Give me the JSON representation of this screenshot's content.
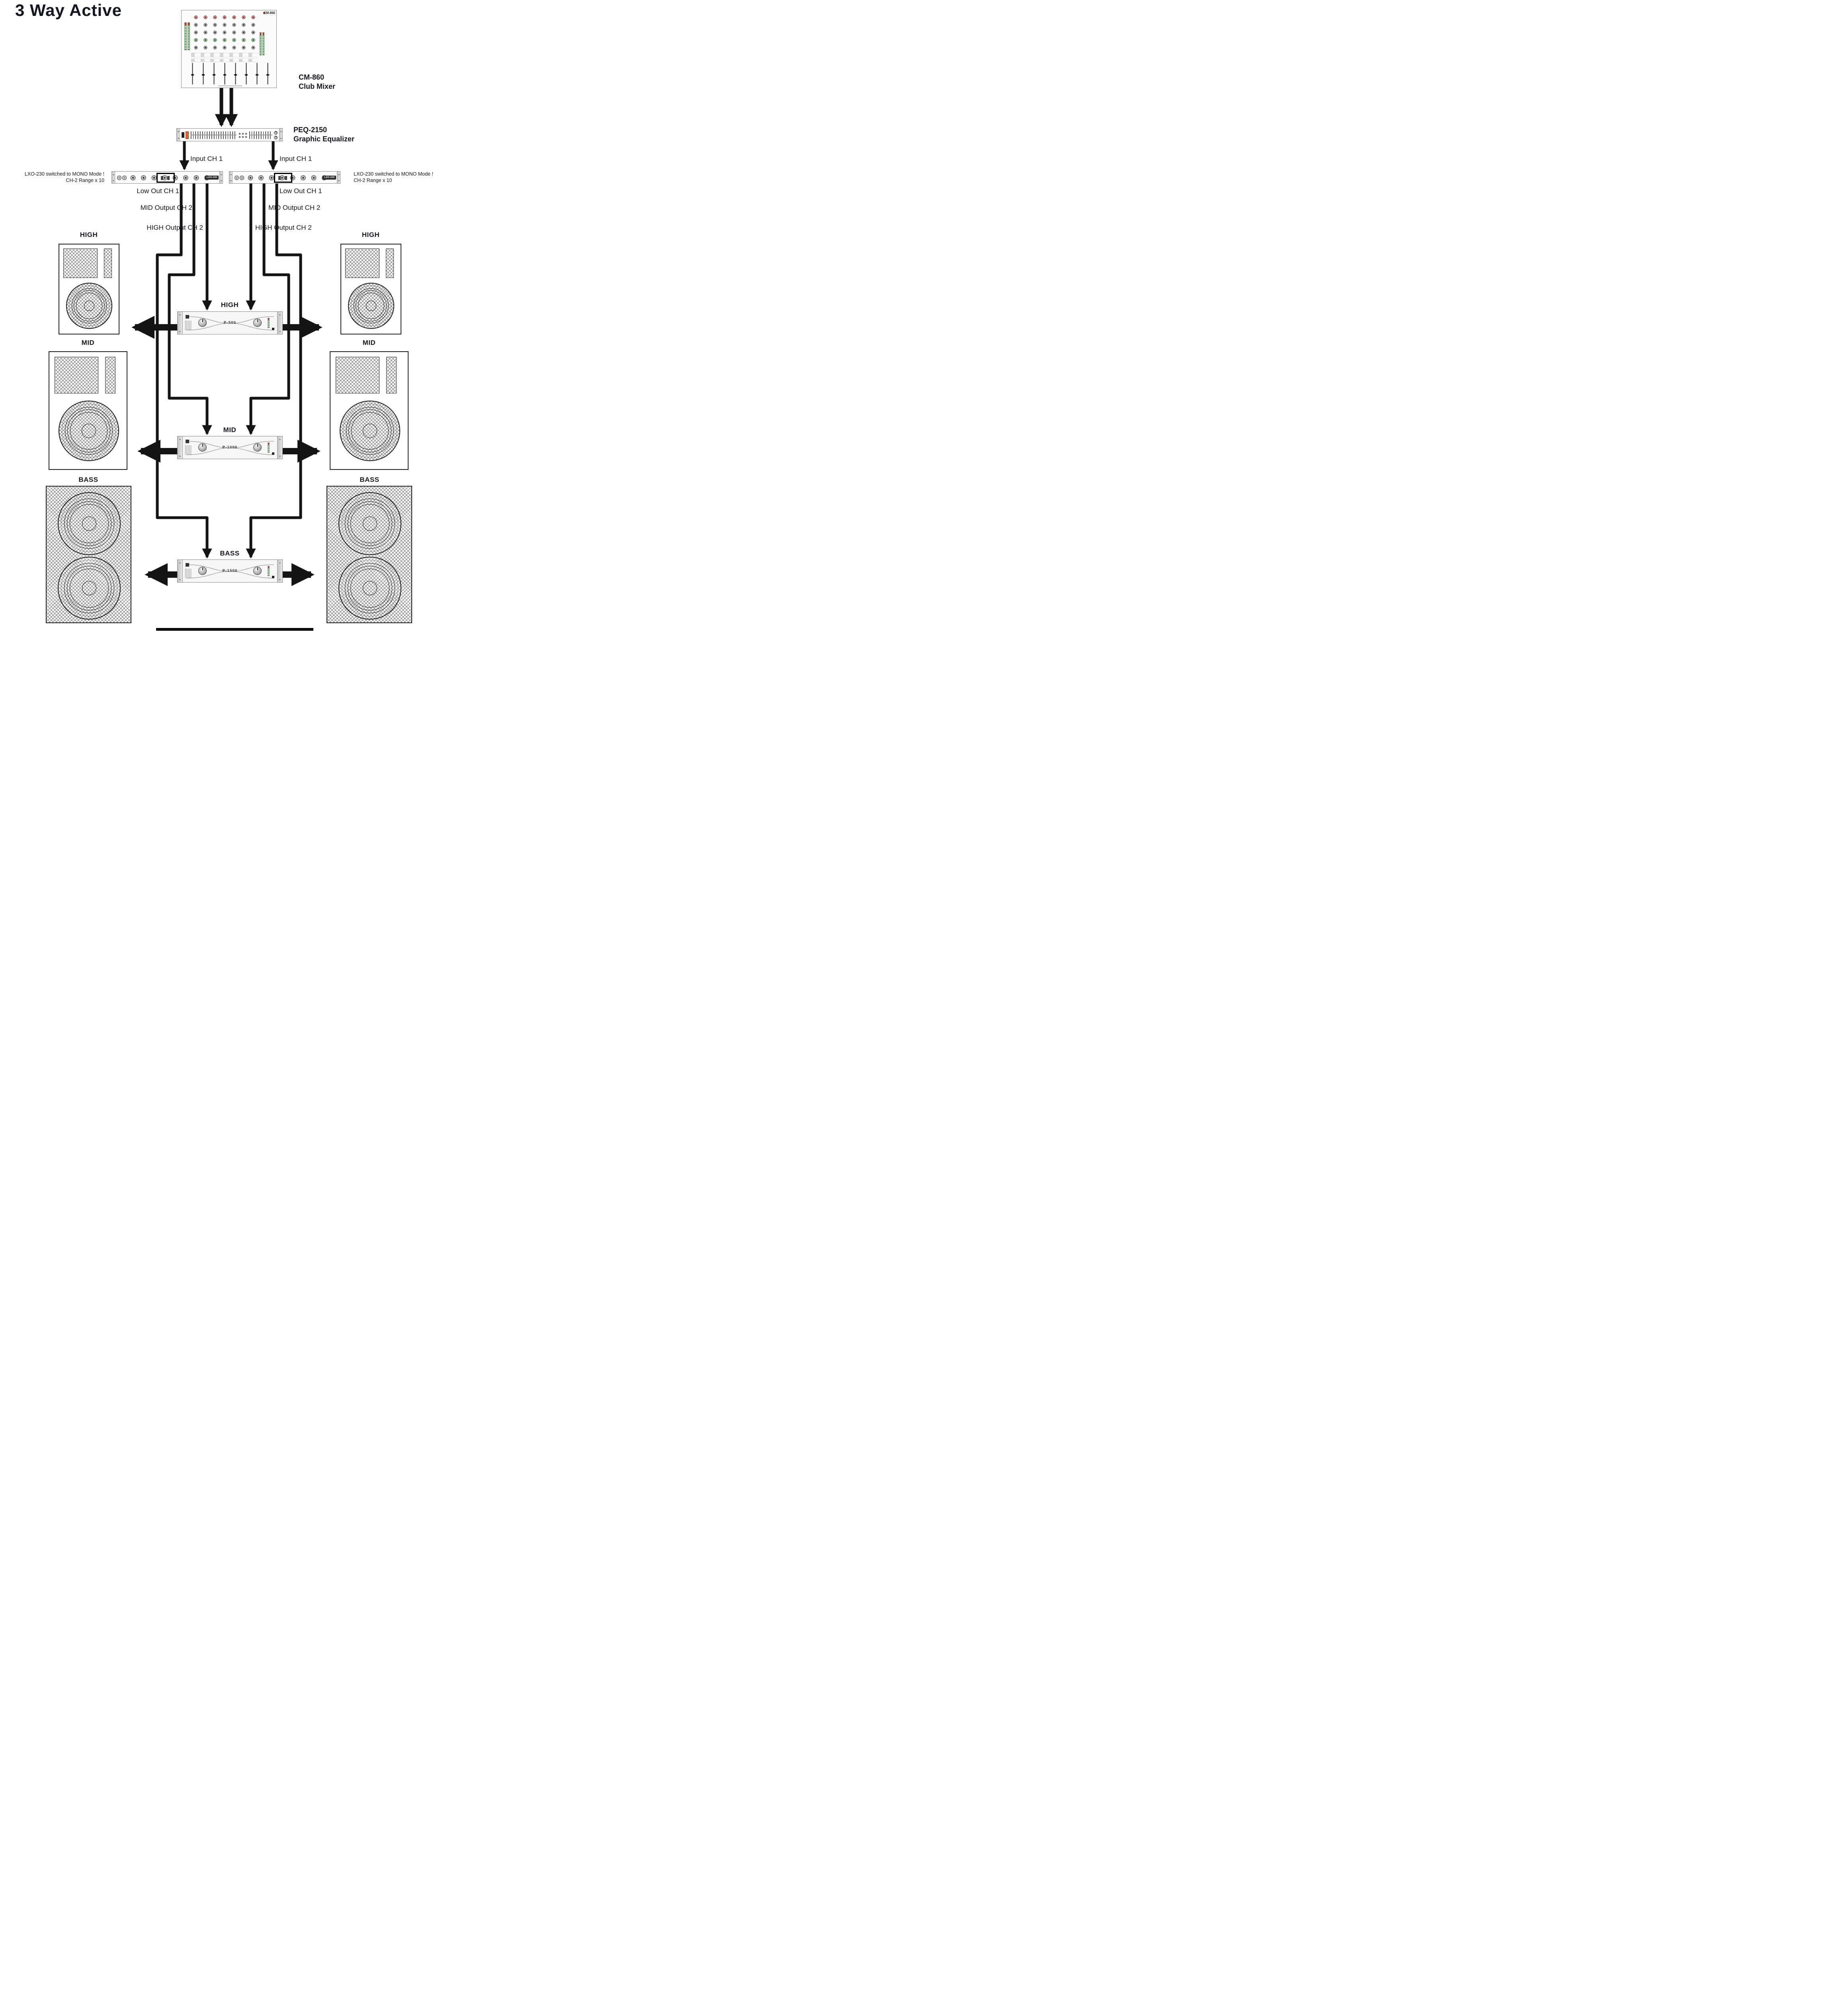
{
  "title": "3 Way Active",
  "colors": {
    "line": "#141414",
    "eq_accent": "#e0622d",
    "led_green": "#2f9e2f",
    "power_red": "#c0392b"
  },
  "mixer": {
    "model": "CM-860",
    "label": [
      "CM-860",
      "Club Mixer"
    ]
  },
  "eq": {
    "label": [
      "PEQ-2150",
      "Graphic Equalizer"
    ]
  },
  "inputs": {
    "left": "Input CH 1",
    "right": "Input CH 1"
  },
  "crossover_left": {
    "model": "LXO-230",
    "note1": "LXO-230 switched to MONO Mode !",
    "note2": "CH-2 Range x 10",
    "out_low": "Low Out CH 1",
    "out_mid": "MID Output CH 2",
    "out_high": "HIGH Output CH 2"
  },
  "crossover_right": {
    "model": "LXO-230",
    "note1": "LXO-230 switched to MONO Mode !",
    "note2": "CH-2 Range x 10",
    "out_low": "Low Out CH 1",
    "out_mid": "MID Output CH 2",
    "out_high": "HIGH Output CH 2"
  },
  "amps": [
    {
      "band": "HIGH",
      "model": "P-500"
    },
    {
      "band": "MID",
      "model": "P-1000"
    },
    {
      "band": "BASS",
      "model": "P-1500"
    }
  ],
  "speakers": {
    "left": [
      {
        "band": "HIGH"
      },
      {
        "band": "MID"
      },
      {
        "band": "BASS"
      }
    ],
    "right": [
      {
        "band": "HIGH"
      },
      {
        "band": "MID"
      },
      {
        "band": "BASS"
      }
    ]
  }
}
